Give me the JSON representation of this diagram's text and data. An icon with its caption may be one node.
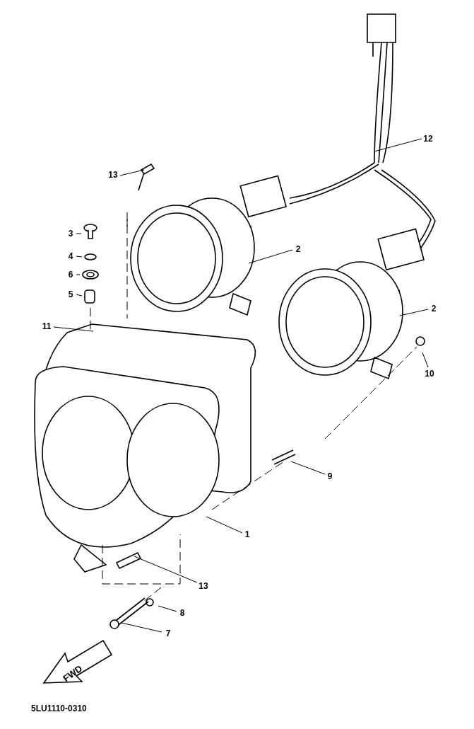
{
  "diagram": {
    "nodes": [
      {
        "text": [
          "12"
        ]
      },
      {
        "text": [
          "13"
        ]
      },
      {
        "text": [
          "3"
        ]
      },
      {
        "text": [
          "4"
        ]
      },
      {
        "text": [
          "6"
        ]
      },
      {
        "text": [
          "5"
        ]
      },
      {
        "text": [
          "2"
        ]
      },
      {
        "text": [
          "11"
        ]
      },
      {
        "text": [
          "2"
        ]
      },
      {
        "text": [
          "10"
        ]
      },
      {
        "text": [
          "9"
        ]
      },
      {
        "text": [
          "1"
        ]
      },
      {
        "text": [
          "13"
        ]
      },
      {
        "text": [
          "8"
        ]
      },
      {
        "text": [
          "7"
        ]
      }
    ],
    "edges": [
      {
        "from": 0,
        "to": null,
        "arrow": "none"
      },
      {
        "from": 1,
        "to": null,
        "arrow": "none"
      },
      {
        "from": 2,
        "to": null,
        "arrow": "none"
      },
      {
        "from": 3,
        "to": null,
        "arrow": "none"
      },
      {
        "from": 4,
        "to": null,
        "arrow": "none"
      },
      {
        "from": 5,
        "to": null,
        "arrow": "none"
      },
      {
        "from": 6,
        "to": null,
        "arrow": "none"
      },
      {
        "from": 7,
        "to": null,
        "arrow": "none"
      },
      {
        "from": 8,
        "to": null,
        "arrow": "none"
      },
      {
        "from": 9,
        "to": null,
        "arrow": "none"
      },
      {
        "from": 10,
        "to": null,
        "arrow": "none"
      },
      {
        "from": 11,
        "to": null,
        "arrow": "none"
      },
      {
        "from": 12,
        "to": null,
        "arrow": "none"
      },
      {
        "from": 13,
        "to": null,
        "arrow": "none"
      },
      {
        "from": 14,
        "to": null,
        "arrow": "none"
      }
    ],
    "labels": [
      "FWD",
      "5LU1110-0310"
    ]
  }
}
